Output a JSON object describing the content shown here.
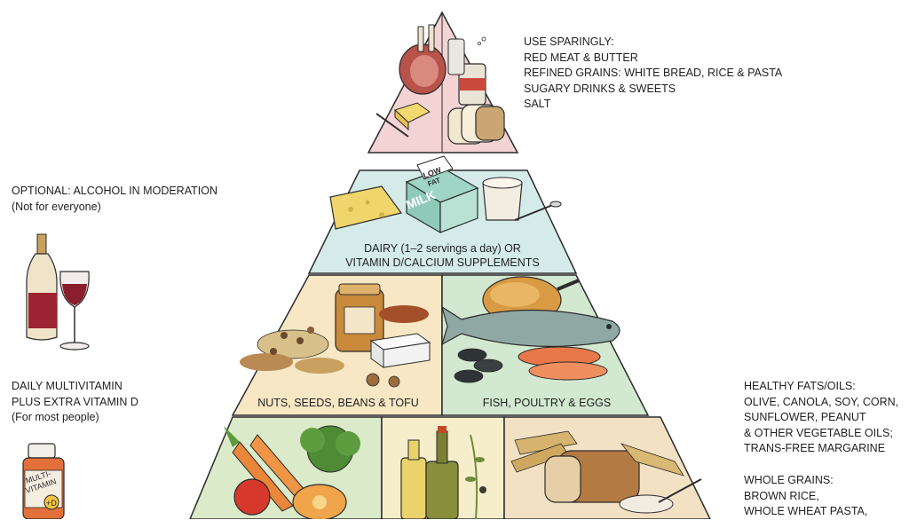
{
  "top_tier": {
    "heading": "USE SPARINGLY:",
    "items": [
      "RED MEAT & BUTTER",
      "REFINED GRAINS: WHITE BREAD, RICE & PASTA",
      "SUGARY DRINKS & SWEETS",
      "SALT"
    ]
  },
  "optional": {
    "line1": "OPTIONAL: ALCOHOL IN MODERATION",
    "line2": "(Not for everyone)"
  },
  "multivitamin": {
    "line1": "DAILY MULTIVITAMIN",
    "line2": "PLUS EXTRA VITAMIN D",
    "line3": "(For most people)",
    "bottle_label_1": "MULTI-",
    "bottle_label_2": "VITAMIN",
    "bottle_label_3": "+D"
  },
  "dairy": {
    "line1": "DAIRY (1–2 servings a day) OR",
    "line2": "VITAMIN D/CALCIUM SUPPLEMENTS",
    "carton_text_1": "LOW",
    "carton_text_2": "FAT",
    "carton_text_3": "MILK"
  },
  "protein": {
    "left_label": "NUTS, SEEDS, BEANS & TOFU",
    "right_label": "FISH, POULTRY & EGGS"
  },
  "healthy_fats": {
    "heading": "HEALTHY FATS/OILS:",
    "items": [
      "OLIVE, CANOLA, SOY, CORN,",
      "SUNFLOWER, PEANUT",
      "& OTHER VEGETABLE OILS;",
      "TRANS-FREE MARGARINE"
    ]
  },
  "whole_grains": {
    "heading": "WHOLE GRAINS:",
    "items": [
      "BROWN RICE,",
      "WHOLE WHEAT PASTA,"
    ]
  },
  "colors": {
    "top_tier_fill": "#f3d3d3",
    "dairy_fill": "#d4ebe9",
    "protein_left_fill": "#f7e7c4",
    "protein_right_fill": "#d3e8d0",
    "bottom_left_fill": "#dbeac8",
    "bottom_mid_fill": "#f6eecb",
    "bottom_right_fill": "#f3e1c4",
    "outline": "#2b2b2b"
  }
}
